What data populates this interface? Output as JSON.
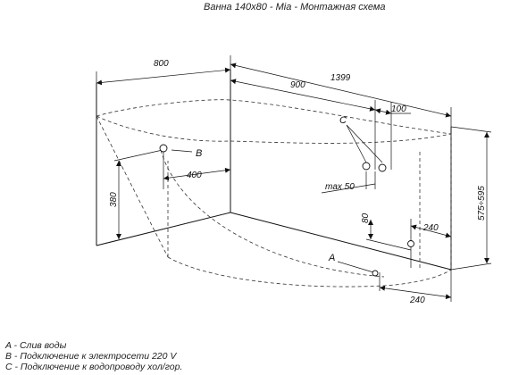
{
  "title": "Ванна 140x80 - Mia - Монтажная схема",
  "dimensions": {
    "width_800": "800",
    "length_1399": "1399",
    "offset_900": "900",
    "offset_100": "100",
    "offset_400": "400",
    "height_380": "380",
    "max_50": "max 50",
    "height_80": "80",
    "offset_240_upper": "240",
    "height_575_595": "575÷595",
    "offset_240_lower": "240"
  },
  "markers": {
    "a": "A",
    "b": "B",
    "c": "C"
  },
  "legend": [
    "A - Слив воды",
    "B - Подключение к электросети 220 V",
    "C - Подключение к водопроводу хол/гор."
  ]
}
